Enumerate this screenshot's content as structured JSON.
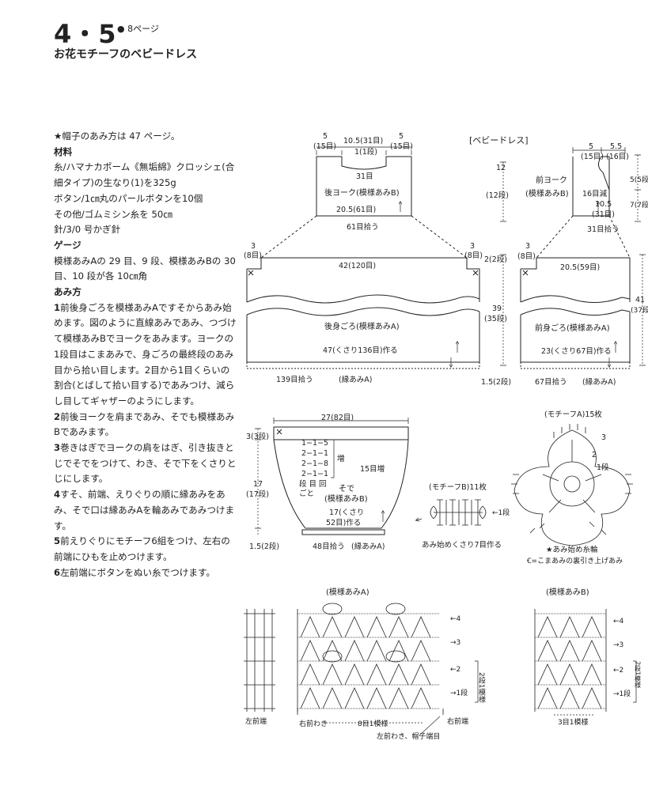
{
  "header": {
    "number": "4・5",
    "page_ref": "8ページ",
    "title": "お花モチーフのベビードレス"
  },
  "instructions": {
    "hat_note": "★帽子のあみ方は 47 ページ。",
    "materials_heading": "材料",
    "materials": [
      "糸/ハマナカポーム《無垢綿》クロッシェ(合細タイプ)の生なり(1)を325g",
      "ボタン/1㎝丸のパールボタンを10個",
      "その他/ゴムミシン糸を 50㎝",
      "針/3/0 号かぎ針"
    ],
    "gauge_heading": "ゲージ",
    "gauge": "模様あみAの 29 目、9 段、模様あみBの 30 目、10 段が各 10㎝角",
    "method_heading": "あみ方",
    "steps": [
      {
        "n": "1",
        "text": "前後身ごろを模様あみAですそからあみ始めます。図のように直線あみであみ、つづけて模様あみBでヨークをあみます。ヨークの1段目はこまあみで、身ごろの最終段のあみ目から拾い目します。2目から1目くらいの割合(とばして拾い目する)であみつけ、減らし目してギャザーのようにします。"
      },
      {
        "n": "2",
        "text": "前後ヨークを肩まであみ、そでも模様あみBであみます。"
      },
      {
        "n": "3",
        "text": "巻きはぎでヨークの肩をはぎ、引き抜きとじでそでをつけて、わき、そで下をくさりとじにします。"
      },
      {
        "n": "4",
        "text": "すそ、前端、えりぐりの順に縁あみをあみ、そで口は縁あみAを輪あみであみつけます。"
      },
      {
        "n": "5",
        "text": "前えりぐりにモチーフ6組をつけ、左右の前端にひもを止めつけます。"
      },
      {
        "n": "6",
        "text": "左前端にボタンをぬい糸でつけます。"
      }
    ]
  },
  "diagram": {
    "section_label": "[ベビードレス]",
    "back": {
      "top_left": "5",
      "top_left_rows": "(15目)",
      "top_mid": "10.5(31目)",
      "top_right": "5",
      "top_right_rows": "(15目)",
      "neck_row": "1(1段)",
      "neck_sts": "31目",
      "yoke_label": "後ヨーク(模様あみB)",
      "yoke_width": "20.5(61目)",
      "pickup": "61目拾う",
      "yoke_height": "12",
      "yoke_height_rows": "(12段)",
      "side_left": "3",
      "side_left_sts": "(8目)",
      "side_right": "3",
      "side_right_sts": "(8目)",
      "body_width": "42(120目)",
      "body_label": "後身ごろ(模様あみA)",
      "hem_chain": "47(くさり136目)作る",
      "gap_rows": "2(2段)",
      "body_height": "39",
      "body_height_rows": "(35段)",
      "hem_pickup": "139目拾う",
      "edge": "(縁あみA)",
      "hem_rows": "1.5(2段)"
    },
    "front": {
      "top_left": "5",
      "top_left_sts": "(15目)",
      "top_right": "5.5",
      "top_right_sts": "(16目)",
      "yoke_label": "前ヨーク(模様あみB)",
      "decrease": "16目減",
      "neck_w": "10.5",
      "neck_sts": "(31目)",
      "right_h": "5",
      "right_rows": "(5段)",
      "right_h2": "7",
      "right_rows2": "(7段)",
      "pickup": "31目拾う",
      "side": "3",
      "side_sts": "(8目)",
      "body_width": "20.5(59目)",
      "total_h": "41",
      "total_rows": "(37段)",
      "body_label": "前身ごろ(模様あみA)",
      "hem_chain": "23(くさり67目)作る",
      "hem_pickup": "67目拾う",
      "edge": "(縁あみA)"
    },
    "sleeve": {
      "width": "27(82目)",
      "top_rows": "3(3段)",
      "inc": [
        "1−1−5",
        "2−1−1",
        "2−1−8",
        "2−1−1"
      ],
      "inc_label": "増",
      "inc_legend": "段 目 回",
      "each": "ごと",
      "inc_sts": "15目増",
      "pattern": "そで",
      "pattern2": "(模様あみB)",
      "height": "17",
      "height_rows": "(17段)",
      "cuff_chain": "17(くさり",
      "cuff_chain2": "52目)作る",
      "cuff_rows": "1.5(2段)",
      "cuff_pickup": "48目拾う",
      "edge": "(縁あみA)"
    },
    "motif_a": {
      "label": "(モチーフA)15枚",
      "r3": "3",
      "r2": "2",
      "r1": "1段",
      "legend1": "★あみ始め糸輪",
      "legend2": "=こまあみの裏引き上げあみ"
    },
    "motif_b": {
      "label": "(モチーフB)11枚",
      "row": "1段",
      "start": "あみ始めくさり7目作る"
    },
    "pattern_a": {
      "label": "(模様あみA)",
      "rows": [
        "4",
        "3",
        "2",
        "1段"
      ],
      "bracket": "2段1模様",
      "left_edge": "左前端",
      "left_side": "右前わき",
      "repeat": "8目1模様",
      "right_edge": "右前端",
      "bottom": "左前わき、帽子端目"
    },
    "pattern_b": {
      "label": "(模様あみB)",
      "rows": [
        "4",
        "3",
        "2",
        "1段"
      ],
      "bracket": "2段1模様",
      "repeat": "3目1模様"
    }
  }
}
